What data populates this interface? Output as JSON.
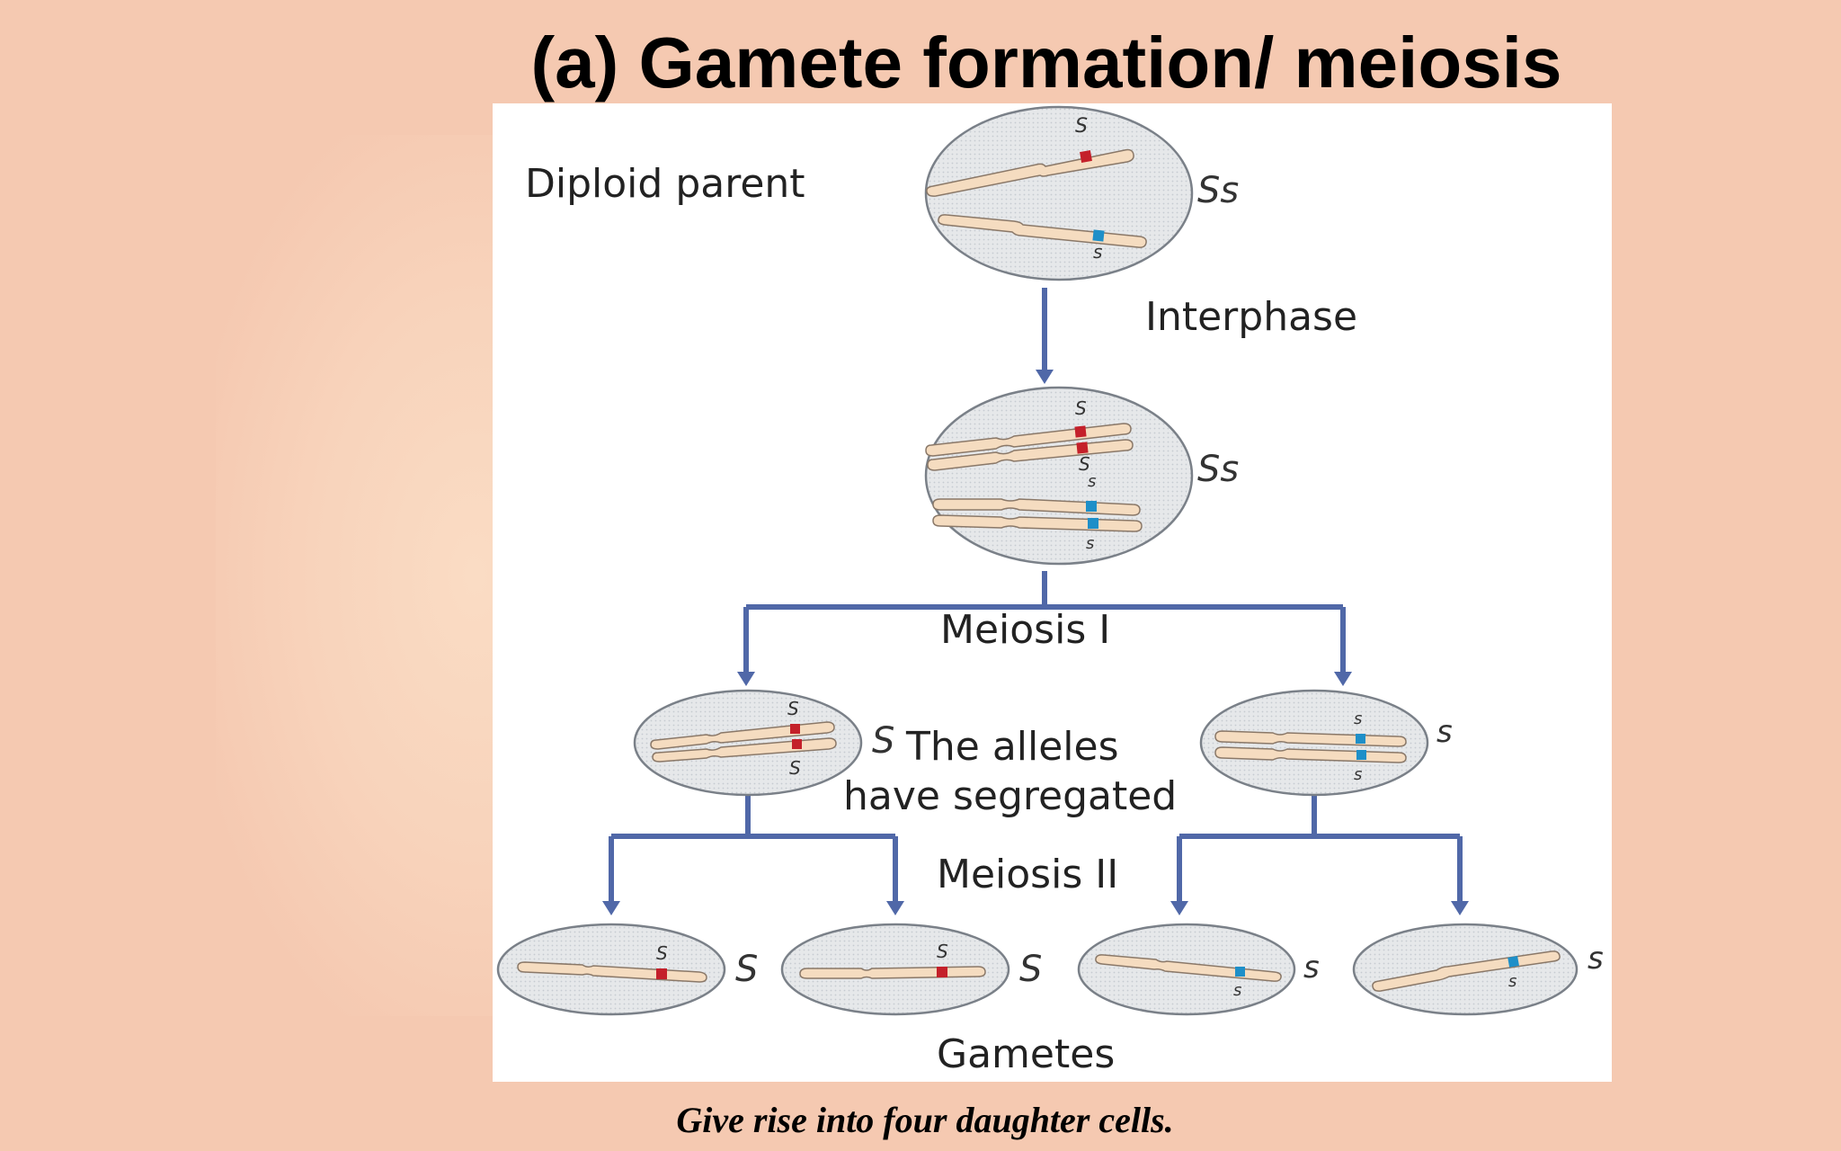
{
  "slide": {
    "title": "(a) Gamete formation/ meiosis",
    "caption": "Give rise into four daughter cells."
  },
  "diagram": {
    "labels": {
      "diploid_parent": "Diploid parent",
      "interphase": "Interphase",
      "meiosis_1": "Meiosis I",
      "segregated_line1": "The alleles",
      "segregated_line2": "have segregated",
      "meiosis_2": "Meiosis II",
      "gametes": "Gametes"
    },
    "genotypes": {
      "parent": "Ss",
      "interphase_cell": "Ss",
      "meiosis1_left": "S",
      "meiosis1_right": "s",
      "gamete_1": "S",
      "gamete_2": "S",
      "gamete_3": "s",
      "gamete_4": "s"
    },
    "allele_marks": {
      "dominant": "S",
      "recessive": "s"
    },
    "colors": {
      "dominant_allele": "#c4202a",
      "recessive_allele": "#1e8fc8",
      "arrow": "#5068a8",
      "cell_fill": "#e8eaec",
      "chromosome": "#f5dcc0"
    }
  }
}
